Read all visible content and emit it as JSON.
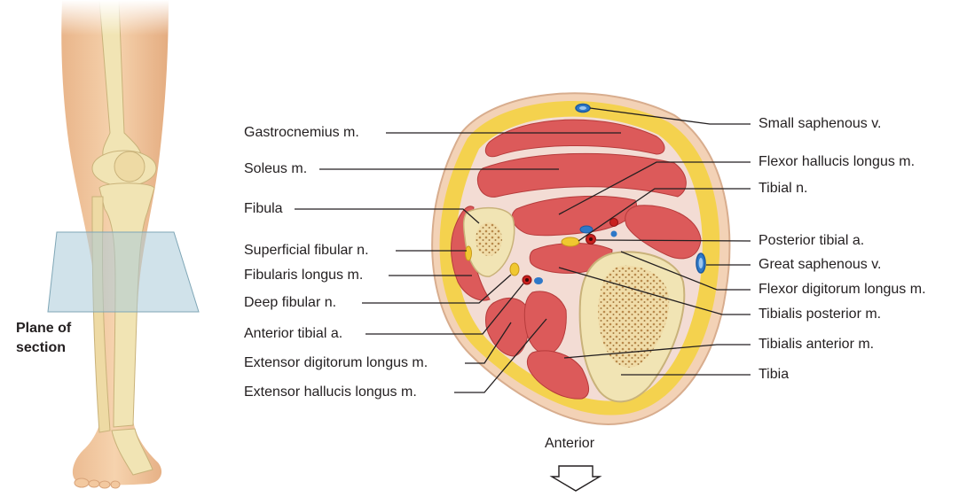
{
  "plane_label": [
    "Plane of",
    "section"
  ],
  "orientation_label": "Anterior",
  "left_labels": [
    {
      "id": "gastrocnemius",
      "text": "Gastrocnemius m."
    },
    {
      "id": "soleus",
      "text": "Soleus m."
    },
    {
      "id": "fibula",
      "text": "Fibula"
    },
    {
      "id": "superficial-fibular-n",
      "text": "Superficial fibular n."
    },
    {
      "id": "fibularis-longus",
      "text": "Fibularis longus m."
    },
    {
      "id": "deep-fibular-n",
      "text": "Deep fibular n."
    },
    {
      "id": "anterior-tibial-a",
      "text": "Anterior tibial a."
    },
    {
      "id": "extensor-digitorum-longus",
      "text": "Extensor digitorum longus m."
    },
    {
      "id": "extensor-hallucis-longus",
      "text": "Extensor hallucis longus m."
    }
  ],
  "right_labels": [
    {
      "id": "small-saphenous-v",
      "text": "Small saphenous v."
    },
    {
      "id": "flexor-hallucis-longus",
      "text": "Flexor hallucis longus m."
    },
    {
      "id": "tibial-n",
      "text": "Tibial n."
    },
    {
      "id": "posterior-tibial-a",
      "text": "Posterior tibial a."
    },
    {
      "id": "great-saphenous-v",
      "text": "Great saphenous v."
    },
    {
      "id": "flexor-digitorum-longus",
      "text": "Flexor digitorum longus m."
    },
    {
      "id": "tibialis-posterior",
      "text": "Tibialis posterior m."
    },
    {
      "id": "tibialis-anterior",
      "text": "Tibialis anterior m."
    },
    {
      "id": "tibia",
      "text": "Tibia"
    }
  ],
  "colors": {
    "skin": "#f1c8a0",
    "bone": "#f1e4b4",
    "fat": "#f4d24e",
    "muscle": "#dc5a5a",
    "fascia": "#f3dcd4",
    "vein": "#2e78c8",
    "artery": "#c8201e",
    "nerve": "#f0c830",
    "plane": "#a9cbd8"
  }
}
